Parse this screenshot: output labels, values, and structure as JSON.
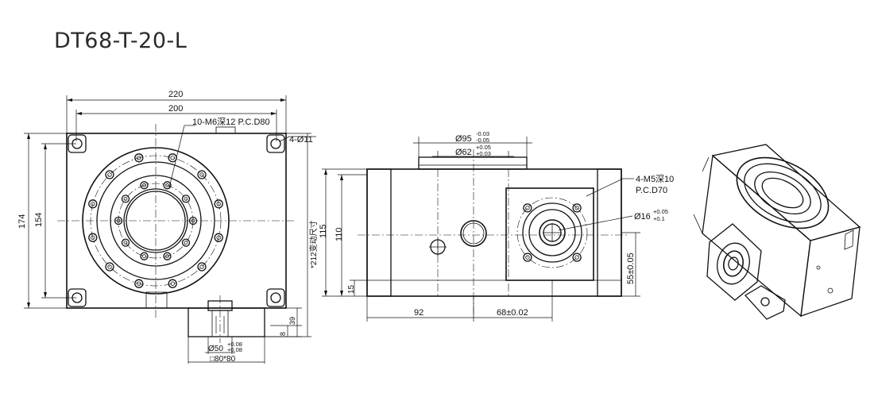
{
  "title": "DT68-T-20-L",
  "front_view": {
    "dim_width_outer": "220",
    "dim_width_inner": "200",
    "dim_height_outer": "174",
    "dim_height_inner": "154",
    "note_holes": "10-M6深12 P.C.D80",
    "note_corner": "4-Ø11",
    "note_variable": "*212变动尺寸",
    "dim_shaft_height": "39",
    "dim_shaft_flange": "8",
    "dim_pilot_dia": "Ø50",
    "dim_pilot_tol_upper": "+0.08",
    "dim_pilot_tol_lower": "+0.08",
    "dim_square": "□80*80"
  },
  "side_view": {
    "dim_top_dia": "Ø95",
    "dim_top_tol_upper": "-0.03",
    "dim_top_tol_lower": "-0.05",
    "dim_mid_dia": "Ø62",
    "dim_mid_tol_upper": "+0.05",
    "dim_mid_tol_lower": "+0.03",
    "dim_height_outer": "115",
    "dim_height_inner": "110",
    "dim_base": "15",
    "note_holes": "4-M5深10",
    "note_pcd": "P.C.D70",
    "dim_bore_dia": "Ø16",
    "dim_bore_tol_upper": "+0.05",
    "dim_bore_tol_lower": "+0.1",
    "dim_right_height": "55±0.05",
    "dim_left_len": "92",
    "dim_right_len": "68±0.02"
  }
}
